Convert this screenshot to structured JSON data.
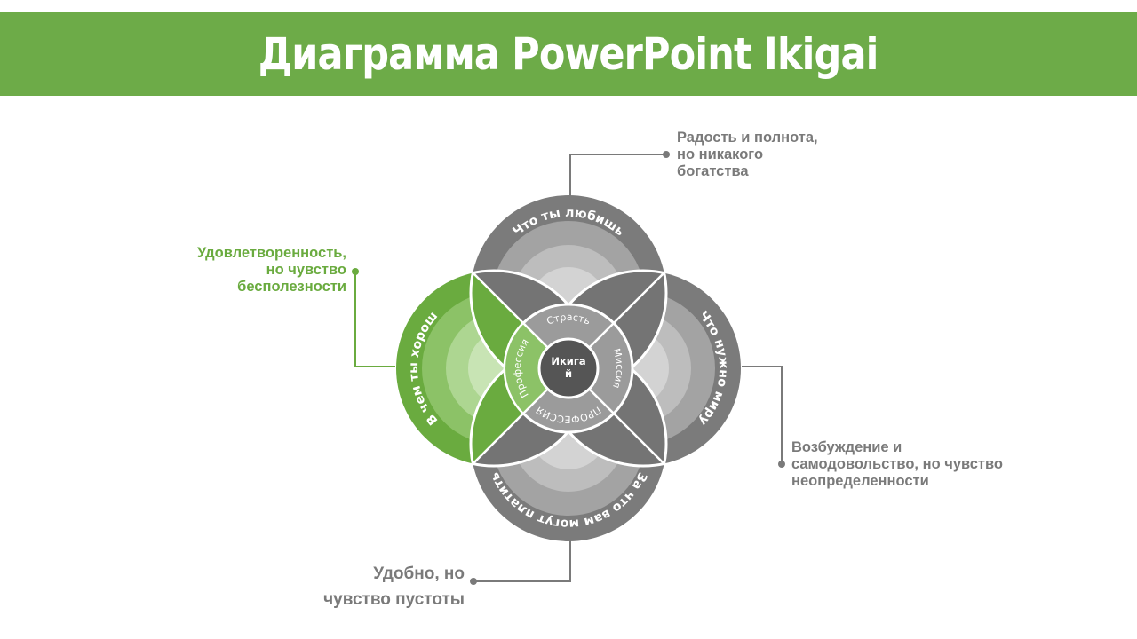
{
  "title": "Диаграмма PowerPoint Ikigai",
  "center_label": [
    "Икига",
    "й"
  ],
  "outer_labels": {
    "top": "Что ты любишь",
    "right": "Что нужно миру",
    "bottom": "За что вам могут платить",
    "left": "В чем ты хорош"
  },
  "inner_labels": {
    "top": "Страсть",
    "right": "Миссия",
    "bottom": "ПРОФЕССИЯ",
    "left": "Профессия"
  },
  "callouts": {
    "top": [
      "Радость и полнота,",
      "но никакого",
      "богатства"
    ],
    "left": [
      "Удовлетворенность,",
      "но чувство",
      "бесполезности"
    ],
    "right": [
      "Возбуждение и",
      "самодовольство, но чувство",
      "неопределенности"
    ],
    "bottom": [
      "Удобно, но",
      "чувство пустоты"
    ]
  },
  "colors": {
    "accent_green": "#6dab48",
    "gray": "#7b7b7b",
    "text_gray": "#7a7a7a"
  }
}
